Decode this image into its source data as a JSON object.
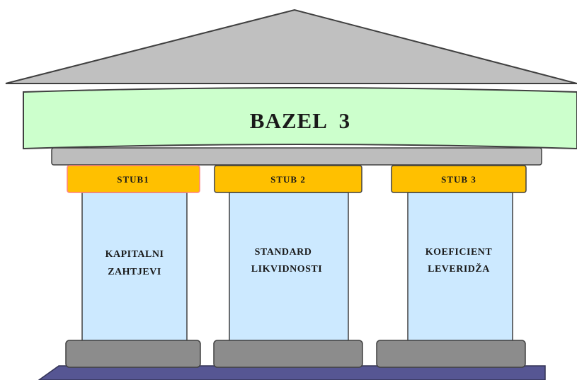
{
  "title": "BAZEL  3",
  "pillars": [
    {
      "cap_label": "STUB1",
      "body_line1": "KAPITALNI",
      "body_line2": "ZAHTJEVI"
    },
    {
      "cap_label": "STUB 2",
      "body_line1": "STANDARD",
      "body_line2": "LIKVIDNOSTI"
    },
    {
      "cap_label": "STUB 3",
      "body_line1": "KOEFICIENT",
      "body_line2": "LEVERIDŽA"
    }
  ],
  "colors": {
    "roof": "#c0c0c0",
    "banner": "#ccffcc",
    "cap": "#ffc000",
    "shaft": "#cce9ff",
    "base_block": "#8c8c8c",
    "foundation": "#565693"
  }
}
